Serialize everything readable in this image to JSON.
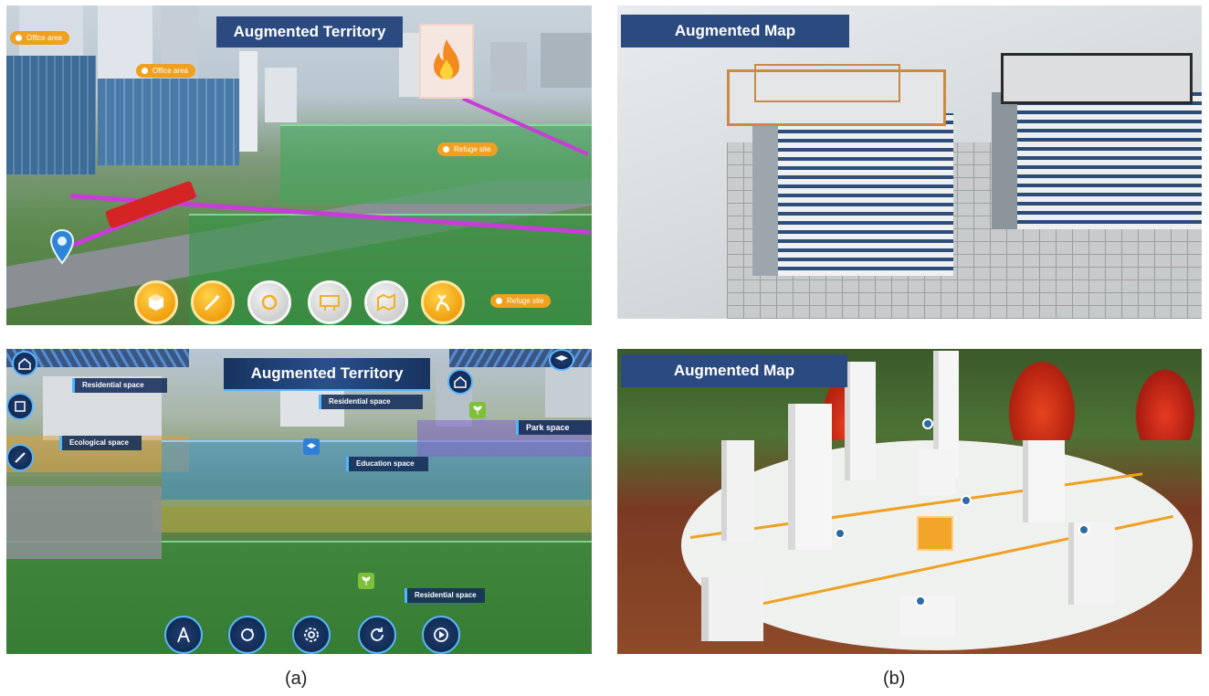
{
  "panels": {
    "top_left": {
      "title": "Augmented Territory",
      "pins": [
        {
          "label": "Office area"
        },
        {
          "label": "Office area"
        },
        {
          "label": "Refuge site"
        },
        {
          "label": "Refuge site"
        }
      ],
      "toolbar": [
        {
          "icon": "cube-icon",
          "state": "active"
        },
        {
          "icon": "magic-wand-icon",
          "state": "active"
        },
        {
          "icon": "rotate-icon",
          "state": "inactive"
        },
        {
          "icon": "billboard-icon",
          "state": "inactive"
        },
        {
          "icon": "map-icon",
          "state": "inactive"
        },
        {
          "icon": "route-icon",
          "state": "active"
        }
      ]
    },
    "top_right": {
      "title": "Augmented Map"
    },
    "bottom_left": {
      "title": "Augmented Territory",
      "tags": [
        {
          "label": "Residential space"
        },
        {
          "label": "Residential space"
        },
        {
          "label": "Park space"
        },
        {
          "label": "Ecological space"
        },
        {
          "label": "Education space"
        },
        {
          "label": "Residential space"
        }
      ],
      "toolbar": [
        {
          "icon": "compass-icon"
        },
        {
          "icon": "rotate-icon"
        },
        {
          "icon": "settings-icon"
        },
        {
          "icon": "refresh-icon"
        },
        {
          "icon": "play-icon"
        }
      ]
    },
    "bottom_right": {
      "title": "Augmented Map"
    }
  },
  "captions": {
    "a": "(a)",
    "b": "(b)"
  },
  "colors": {
    "banner": "#2b4a80",
    "pin": "#f0a020",
    "active_button": "#f0a00f",
    "route": "#c83cd8",
    "tech_accent": "#5ab6ff"
  }
}
